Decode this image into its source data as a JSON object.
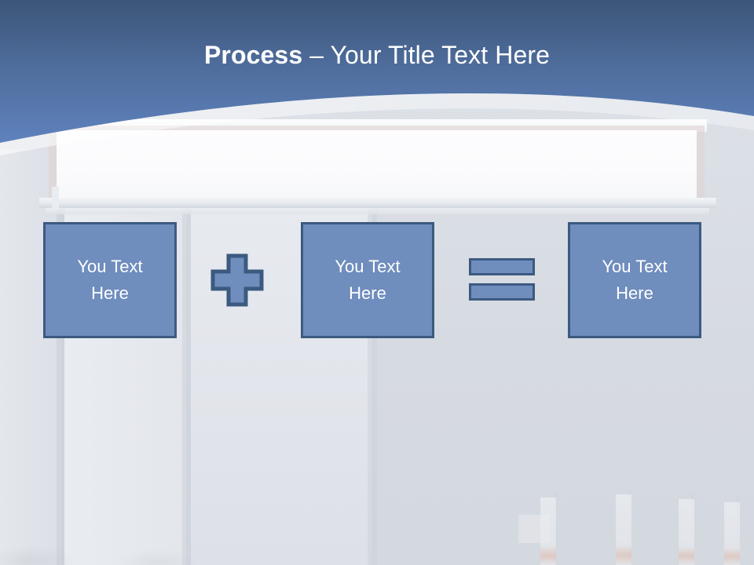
{
  "slide": {
    "title_bold": "Process",
    "title_separator": " – ",
    "title_rest": "Your Title Text Here",
    "background_description": "faded photograph of a blank white billboard sign above a building facade with a distant treeline and banners"
  },
  "theme": {
    "header_gradient_top": "#3c5578",
    "header_gradient_bottom": "#5f82bd",
    "box_fill": "#6f8dbd",
    "box_border": "#3c5a80",
    "title_color": "#ffffff",
    "slide_background": "#d8dce3"
  },
  "diagram": {
    "boxes": [
      {
        "line1": "You Text",
        "line2": "Here"
      },
      {
        "line1": "You Text",
        "line2": "Here"
      },
      {
        "line1": "You Text",
        "line2": "Here"
      }
    ],
    "operators": [
      {
        "name": "plus-operator",
        "symbol": "+"
      },
      {
        "name": "equals-operator",
        "symbol": "="
      }
    ]
  }
}
